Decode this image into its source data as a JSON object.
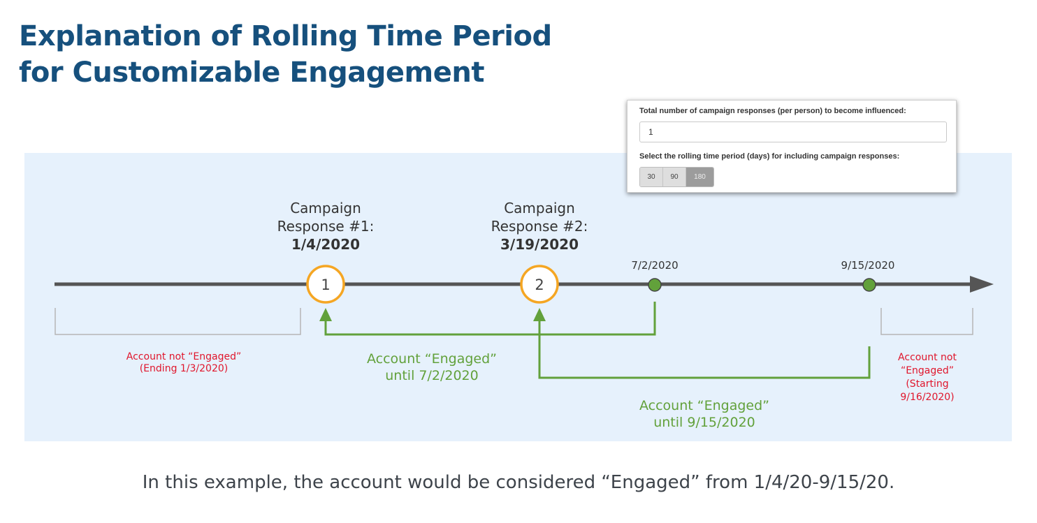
{
  "title": {
    "line1": "Explanation of Rolling Time Period",
    "line2": "for Customizable Engagement"
  },
  "settings_card": {
    "responses_label": "Total number of campaign responses (per person) to become influenced:",
    "responses_value": "1",
    "period_label": "Select the rolling time period (days) for including campaign responses:",
    "period_options": [
      "30",
      "90",
      "180"
    ],
    "period_selected": "180"
  },
  "timeline": {
    "responses": [
      {
        "number": "1",
        "heading_line1": "Campaign",
        "heading_line2": "Response #1:",
        "date": "1/4/2020"
      },
      {
        "number": "2",
        "heading_line1": "Campaign",
        "heading_line2": "Response #2:",
        "date": "3/19/2020"
      }
    ],
    "markers": [
      {
        "date": "7/2/2020"
      },
      {
        "date": "9/15/2020"
      }
    ],
    "not_engaged_before": {
      "line1": "Account not “Engaged”",
      "line2": "(Ending 1/3/2020)"
    },
    "not_engaged_after": {
      "line1": "Account not",
      "line2": "“Engaged”",
      "line3": "(Starting",
      "line4": "9/16/2020)"
    },
    "engaged_1": {
      "line1": "Account “Engaged”",
      "line2": "until 7/2/2020"
    },
    "engaged_2": {
      "line1": "Account “Engaged”",
      "line2": "until 9/15/2020"
    }
  },
  "colors": {
    "title": "#16507d",
    "panel_background": "#e6f1fc",
    "axis": "#555555",
    "response_circle": "#f5a623",
    "engaged_green": "#62a13b",
    "not_engaged_red": "#e0162c"
  },
  "footer": "In this example, the account would be considered “Engaged” from 1/4/20-9/15/20."
}
